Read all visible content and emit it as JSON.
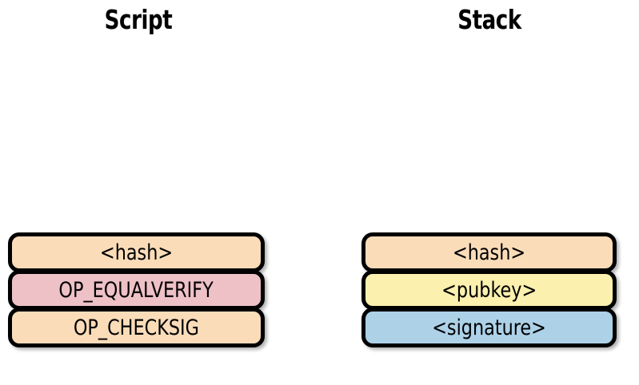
{
  "figure": {
    "background": "#ffffff",
    "columns": [
      {
        "id": "script",
        "title": "Script",
        "items": [
          {
            "label": "<hash>",
            "color": "#fadcb9"
          },
          {
            "label": "OP_EQUALVERIFY",
            "color": "#eec1c7"
          },
          {
            "label": "OP_CHECKSIG",
            "color": "#fadcb9"
          }
        ]
      },
      {
        "id": "stack",
        "title": "Stack",
        "items": [
          {
            "label": "<hash>",
            "color": "#fadcb9"
          },
          {
            "label": "<pubkey>",
            "color": "#fbf0ae"
          },
          {
            "label": "<signature>",
            "color": "#add2e8"
          }
        ]
      }
    ],
    "border_color": "#000000"
  }
}
